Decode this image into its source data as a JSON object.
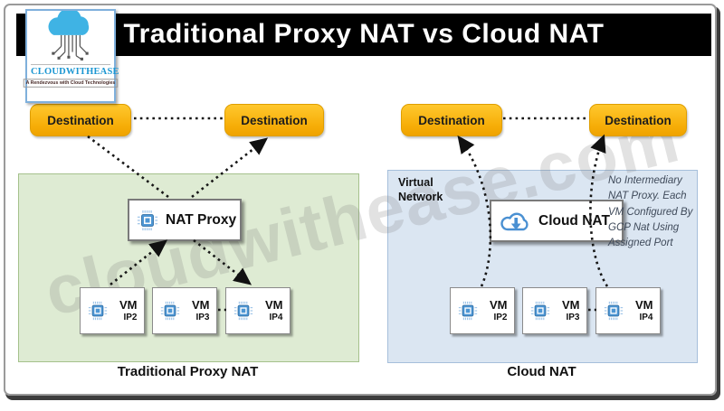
{
  "page": {
    "title": "Traditional Proxy NAT vs Cloud NAT",
    "watermark": "cloudwithease.com"
  },
  "logo": {
    "name": "CLOUDWITHEASE",
    "tagline": "A Rendezvous with Cloud Technologies"
  },
  "left_panel": {
    "caption": "Traditional Proxy NAT",
    "destinations": [
      "Destination",
      "Destination"
    ],
    "nat_box": {
      "label": "NAT Proxy"
    },
    "vms": [
      {
        "name": "VM",
        "ip": "IP2"
      },
      {
        "name": "VM",
        "ip": "IP3"
      },
      {
        "name": "VM",
        "ip": "IP4"
      }
    ]
  },
  "right_panel": {
    "caption": "Cloud NAT",
    "region_label": "Virtual Network",
    "note": "No Intermediary NAT Proxy. Each VM Configured By GCP Nat Using Assigned Port",
    "destinations": [
      "Destination",
      "Destination"
    ],
    "nat_box": {
      "label": "Cloud NAT"
    },
    "vms": [
      {
        "name": "VM",
        "ip": "IP2"
      },
      {
        "name": "VM",
        "ip": "IP3"
      },
      {
        "name": "VM",
        "ip": "IP4"
      }
    ]
  },
  "colors": {
    "title_bar_bg": "#000000",
    "title_text": "#ffffff",
    "destination_fill_top": "#ffc82e",
    "destination_fill_bottom": "#efa300",
    "left_panel_bg": "#deebd3",
    "right_panel_bg": "#dbe6f2",
    "chip_blue": "#4d96d4",
    "logo_blue": "#1b96d2",
    "connector": "#161616"
  }
}
